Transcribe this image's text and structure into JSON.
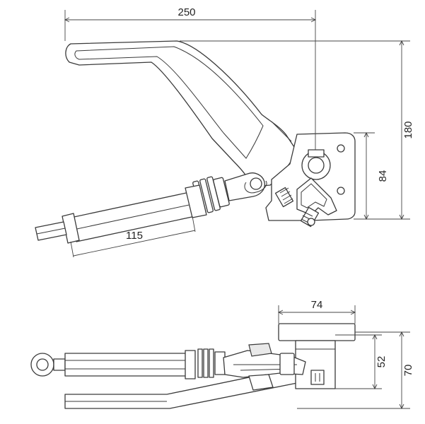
{
  "dimensions": {
    "top_view": {
      "overall_width": "250",
      "overall_height": "180",
      "bracket_height": "84",
      "rod_length": "115"
    },
    "side_view": {
      "base_width": "74",
      "height_small": "52",
      "height_total": "70"
    }
  },
  "colors": {
    "line": "#3a3a3a",
    "fill": "#ffffff",
    "shade": "#e9e9e9"
  }
}
